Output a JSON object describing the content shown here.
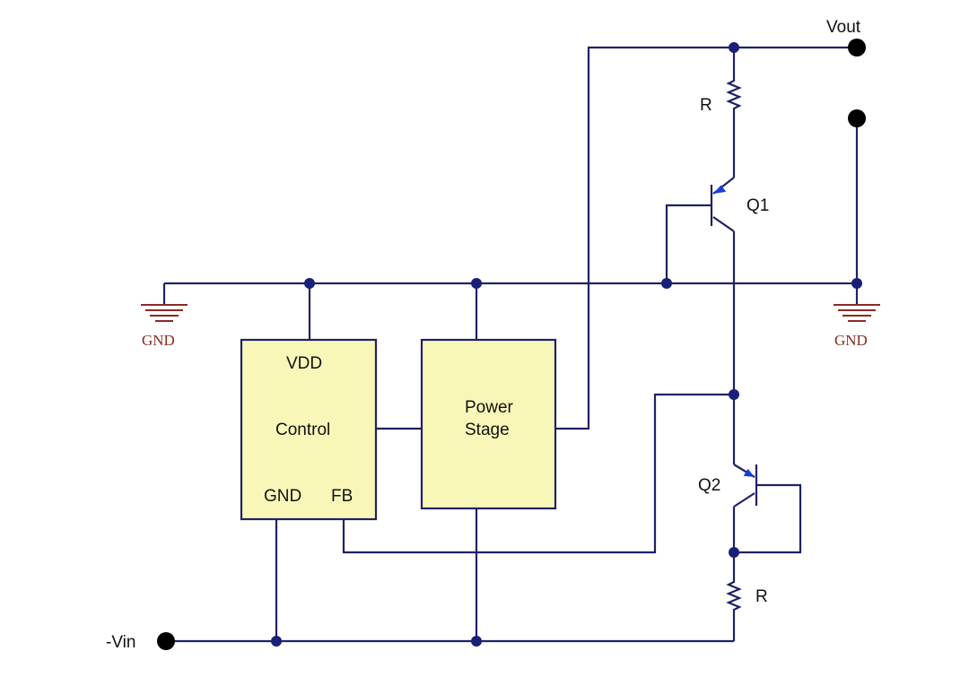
{
  "diagram": {
    "colors": {
      "wire": "#1f2266",
      "junction": "#1a1f78",
      "terminal": "#000000",
      "ground": "#8b2a24",
      "block_fill": "#f9f7b8",
      "arrow": "#1540d8"
    },
    "labels": {
      "vout": "Vout",
      "vin": "-Vin",
      "gnd_left": "GND",
      "gnd_right": "GND",
      "r_top": "R",
      "r_bottom": "R",
      "q1": "Q1",
      "q2": "Q2"
    },
    "blocks": {
      "control": {
        "vdd": "VDD",
        "name": "Control",
        "gnd": "GND",
        "fb": "FB"
      },
      "power_stage": {
        "line1": "Power",
        "line2": "Stage"
      }
    }
  }
}
